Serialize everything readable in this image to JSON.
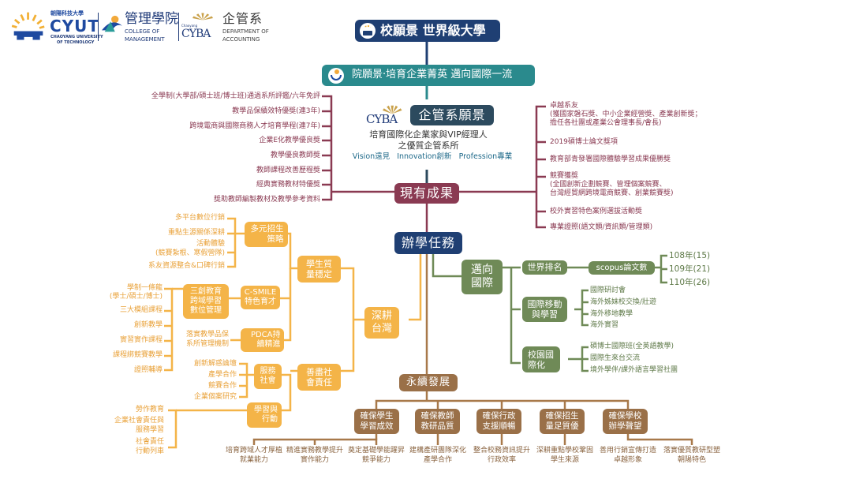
{
  "header": {
    "cyut": {
      "name_cn": "朝陽科技大學",
      "abbr": "CYUT",
      "name_en_1": "CHAOYANG UNIVERSITY",
      "name_en_2": "OF TECHNOLOGY"
    },
    "college": {
      "name_cn": "管理學院",
      "name_en_1": "COLLEGE OF",
      "name_en_2": "MANAGEMENT"
    },
    "dept": {
      "logo_text": "CYBA",
      "logo_small": "Chaoyang",
      "name_cn": "企管系",
      "name_en_1": "DEPARTMENT OF",
      "name_en_2": "ACCOUNTING"
    }
  },
  "vision": {
    "university": "校願景 世界級大學",
    "college": "院願景‧培育企業菁英 邁向國際一流",
    "department": {
      "title": "企管系願景",
      "logo_text": "CYBA",
      "desc_1": "培育國際化企業家與VIP經理人",
      "desc_2": "之優質企管系所",
      "values": "Vision遠見   Innovation創新   Profession專業"
    }
  },
  "achievements": {
    "title": "現有成果",
    "left": [
      "全學制(大學部/碩士班/博士班)通過系所評鑑/六年免評",
      "教學品保績效特優獎(連3年)",
      "跨境電商與國際商務人才培育學程(連7年)",
      "企業E化教學優良獎",
      "教學優良教師獎",
      "教師課程改善歷程獎",
      "經典實務教材特優獎",
      "獎助教師編製教材及教學參考資料"
    ],
    "right": [
      {
        "line1": "卓越系友",
        "line2": "(獲國家磐石獎、中小企業經營獎、產業創新獎；",
        "line3": "擔任各社團或產業公會理事長/會長)"
      },
      {
        "line1": "2019碩博士論文獎項"
      },
      {
        "line1": "教育部青發署國際體驗學習成果優勝獎"
      },
      {
        "line1": "競賽獲獎",
        "line2": "(全國創新企劃競賽、管理個案競賽、",
        "line3": "台灣經貿網跨境電商競賽、創業競賽獎)"
      },
      {
        "line1": "校外實習特色案例選拔活動獎"
      },
      {
        "line1": "專業證照(語文類/資訊類/管理類)"
      }
    ]
  },
  "mission": {
    "title": "辦學任務",
    "taiwan": {
      "title": "深耕台灣",
      "student_quality": {
        "title": "學生質量穩定",
        "recruit": {
          "title": "多元招生策略",
          "items": [
            "多平台數位行銷",
            "重點生源關係深耕",
            "活動體驗",
            "(競賽紮根、寒假營隊)",
            "系友資源整合&口碑行銷"
          ]
        },
        "csmile": {
          "title": "C-SMILE特色育才",
          "sub": "三創教育跨域學習數位管理",
          "items": [
            "學制一條龍",
            "(學士/碩士/博士)",
            "三大模組課程",
            "創新教學",
            "實習實作課程",
            "課程綁競賽教學",
            "證照輔導"
          ]
        },
        "pdca": {
          "title": "PDCA持續精進",
          "sub_1": "落實教學品保",
          "sub_2": "系所管理機制"
        }
      },
      "social": {
        "title": "善盡社會責任",
        "service": {
          "title": "服務社會",
          "items": [
            "創新解惑論壇",
            "產學合作",
            "競賽合作",
            "企業個案研究"
          ]
        },
        "learning": {
          "title": "學習與行動",
          "items": [
            "勞作教育",
            "企業社會責任與",
            "服務學習",
            "社會責任",
            "行動列車"
          ]
        }
      }
    },
    "international": {
      "title": "邁向國際",
      "ranking": {
        "title": "世界排名",
        "scopus": "scopus論文數",
        "years": [
          "108年(15)",
          "109年(21)",
          "110年(26)"
        ]
      },
      "mobility": {
        "title": "國際移動與學習",
        "items": [
          "國際研討會",
          "海外姊妹校交換/壯遊",
          "海外移地教學",
          "海外實習"
        ]
      },
      "campus": {
        "title": "校園國際化",
        "items": [
          "碩博士國際班(全英語教學)",
          "國際生來台交流",
          "境外學伴/課外語言學習社團"
        ]
      }
    },
    "sustainable": {
      "title": "永續發展",
      "goals": [
        {
          "title": "確保學生學習成效",
          "items": [
            "培育跨域人才厚植就業能力",
            "精進實務教學提升實作能力",
            "奠定基礎學能躍昇競爭能力"
          ]
        },
        {
          "title": "確保教師教研品質",
          "items": [
            "建構產研團隊深化產學合作"
          ]
        },
        {
          "title": "確保行政支援順暢",
          "items": [
            "整合校務資訊提升行政效率"
          ]
        },
        {
          "title": "確保招生量足質優",
          "items": [
            "深耕重點學校鞏固學生來源"
          ]
        },
        {
          "title": "確保學校辦學聲望",
          "items": [
            "善用行銷宣傳打造卓越形象",
            "落實優質教研型塑朝陽特色"
          ]
        }
      ]
    }
  },
  "colors": {
    "navy": "#1f3f73",
    "teal": "#2a8a8d",
    "slate": "#2c4a5e",
    "wine": "#8a3a52",
    "orange": "#f4b448",
    "green": "#6f8a57",
    "brown": "#9a7048"
  }
}
